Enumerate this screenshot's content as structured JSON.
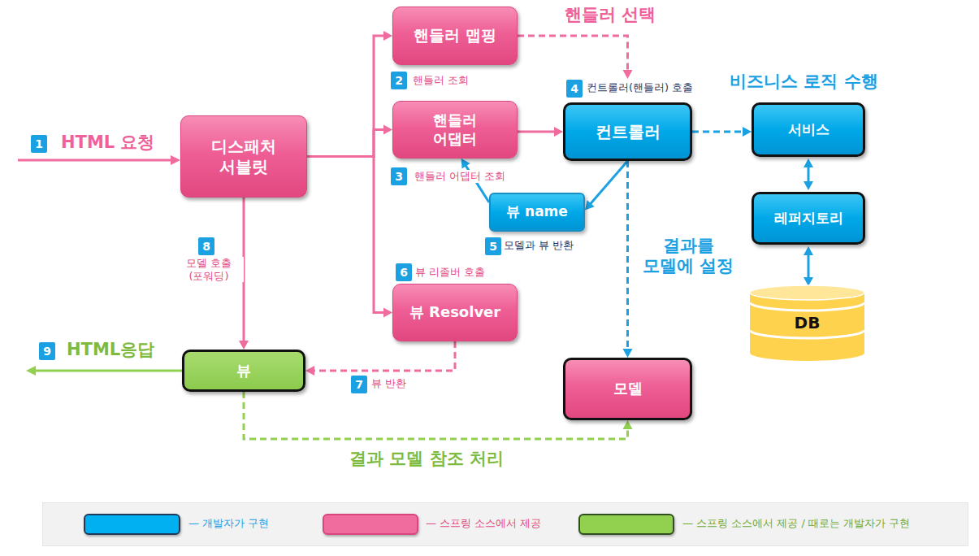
{
  "diagram": {
    "nodes": [
      {
        "text": [
          "디스패처 서블릿"
        ]
      },
      {
        "text": [
          "핸들러 맵핑"
        ]
      },
      {
        "text": [
          "핸들러 어댑터"
        ]
      },
      {
        "text": [
          "컨트롤러"
        ]
      },
      {
        "text": [
          "서비스"
        ]
      },
      {
        "text": [
          "뷰 name"
        ]
      },
      {
        "text": [
          "레퍼지토리"
        ]
      },
      {
        "text": [
          "뷰 Resolver"
        ]
      },
      {
        "text": [
          "DB"
        ]
      },
      {
        "text": [
          "뷰"
        ]
      },
      {
        "text": [
          "모델"
        ]
      }
    ],
    "edges": [
      {
        "from": 0,
        "to": 1,
        "arrow": "to"
      },
      {
        "from": 0,
        "to": 2,
        "arrow": "to"
      },
      {
        "from": 0,
        "to": 7,
        "arrow": "to"
      },
      {
        "from": 1,
        "to": 3,
        "arrow": "to",
        "label": "핸들러 선택"
      },
      {
        "from": 2,
        "to": 3,
        "arrow": "to"
      },
      {
        "from": 3,
        "to": 4,
        "arrow": "to"
      },
      {
        "from": 4,
        "to": 6,
        "arrow": "both"
      },
      {
        "from": 6,
        "to": 8,
        "arrow": "both"
      },
      {
        "from": 3,
        "to": 5,
        "arrow": "to"
      },
      {
        "from": 5,
        "to": 2,
        "arrow": "to"
      },
      {
        "from": 3,
        "to": 10,
        "arrow": "to",
        "label": "결과를 모델에 설정"
      },
      {
        "from": 0,
        "to": 9,
        "arrow": "to",
        "label": "모델 호출 (포워딩)"
      },
      {
        "from": 7,
        "to": 9,
        "arrow": "to",
        "label": "뷰 반환"
      },
      {
        "from": 9,
        "to": 10,
        "arrow": "to",
        "label": "결과 모델 참조 처리"
      }
    ],
    "labels": [
      "1",
      "HTML 요청",
      "2",
      "핸들러 조회",
      "3",
      "핸들러 어댑터 조회",
      "4",
      "컨트롤러(핸들러) 호출",
      "비즈니스 로직 수행",
      "5",
      "모델과 뷰 반환",
      "8",
      "6",
      "뷰 리졸버 호출",
      "9",
      "HTML응답",
      "7"
    ],
    "legend": [
      {
        "text": "— 개발자가 구현",
        "color": "#00B0F0"
      },
      {
        "text": "— 스프링 소스에서 제공",
        "color": "#F06B9E"
      },
      {
        "text": "— 스프링 소스에서 제공 / 때로는 개발자가 구현",
        "color": "#92D050"
      }
    ]
  }
}
